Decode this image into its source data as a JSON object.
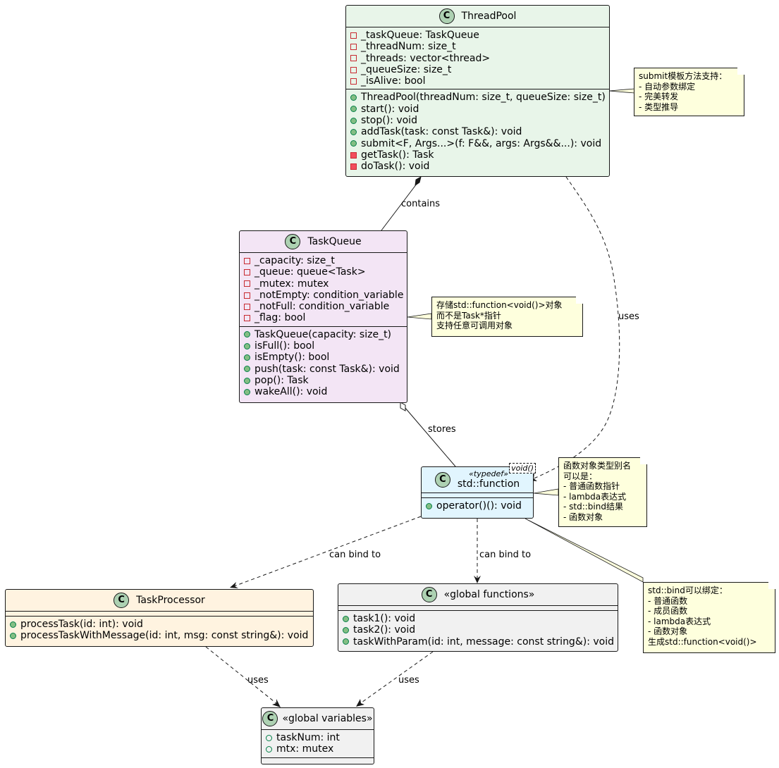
{
  "classes": {
    "threadpool": {
      "name": "ThreadPool",
      "fields": [
        "_taskQueue: TaskQueue",
        "_threadNum: size_t",
        "_threads: vector<thread>",
        "_queueSize: size_t",
        "_isAlive: bool"
      ],
      "methods": [
        "ThreadPool(threadNum: size_t, queueSize: size_t)",
        "start(): void",
        "stop(): void",
        "addTask(task: const Task&): void",
        "submit<F, Args...>(f: F&&, args: Args&&...): void",
        "getTask(): Task",
        "doTask(): void"
      ]
    },
    "taskqueue": {
      "name": "TaskQueue",
      "fields": [
        "_capacity: size_t",
        "_queue: queue<Task>",
        "_mutex: mutex",
        "_notEmpty: condition_variable",
        "_notFull: condition_variable",
        "_flag: bool"
      ],
      "methods": [
        "TaskQueue(capacity: size_t)",
        "isFull(): bool",
        "isEmpty(): bool",
        "push(task: const Task&): void",
        "pop(): Task",
        "wakeAll(): void"
      ]
    },
    "stdfunction": {
      "name": "std::function",
      "stereotype": "«typedef»",
      "template_param": "void()",
      "methods": [
        "operator()(): void"
      ]
    },
    "taskprocessor": {
      "name": "TaskProcessor",
      "methods": [
        "processTask(id: int): void",
        "processTaskWithMessage(id: int, msg: const string&): void"
      ]
    },
    "globalfunctions": {
      "name": "«global functions»",
      "methods": [
        "task1(): void",
        "task2(): void",
        "taskWithParam(id: int, message: const string&): void"
      ]
    },
    "globalvariables": {
      "name": "«global variables»",
      "fields": [
        "taskNum: int",
        "mtx: mutex"
      ]
    }
  },
  "notes": {
    "submit": [
      "submit模板方法支持：",
      "- 自动参数绑定",
      "- 完美转发",
      "- 类型推导"
    ],
    "storage": [
      "存储std::function<void()>对象",
      "而不是Task*指针",
      "支持任意可调用对象"
    ],
    "alias": [
      "函数对象类型别名",
      "可以是：",
      "- 普通函数指针",
      "- lambda表达式",
      "- std::bind结果",
      "- 函数对象"
    ],
    "bind": [
      "std::bind可以绑定：",
      "- 普通函数",
      "- 成员函数",
      "- lambda表达式",
      "- 函数对象",
      "生成std::function<void()>"
    ]
  },
  "edges": {
    "contains": "contains",
    "uses_pool": "uses",
    "stores": "stores",
    "bind_processor": "can bind to",
    "bind_globals": "can bind to",
    "uses_processor": "uses",
    "uses_globals": "uses"
  },
  "colors": {
    "threadpool": "#E8F5E9",
    "taskqueue": "#F3E5F5",
    "stdfunction": "#E1F5FE",
    "taskprocessor": "#FFF3E0",
    "global": "#F1F1F1",
    "note": "#FEFFDD"
  }
}
